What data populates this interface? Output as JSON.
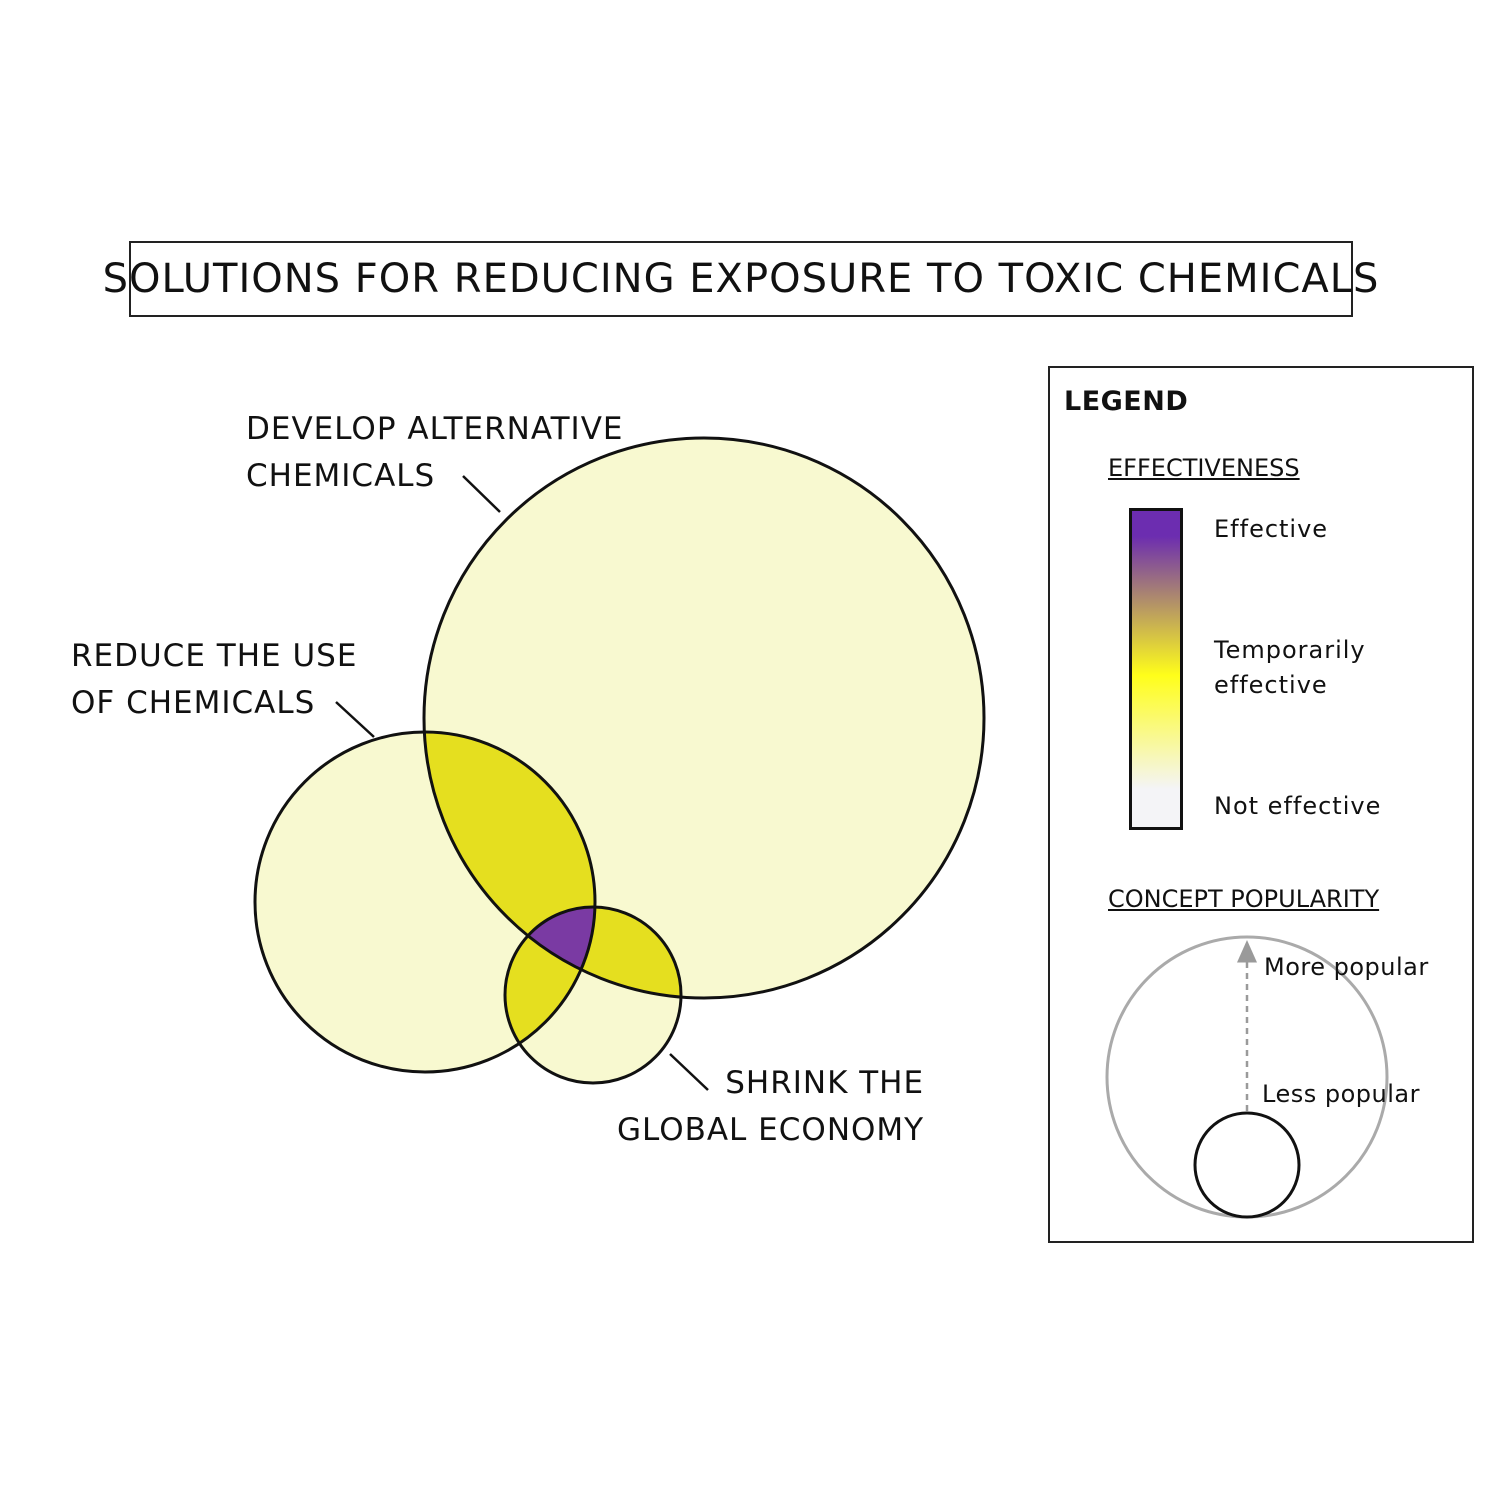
{
  "title": "SOLUTIONS FOR REDUCING EXPOSURE TO TOXIC CHEMICALS",
  "diagram": {
    "sets": [
      {
        "id": "develop",
        "label_lines": [
          "DEVELOP ALTERNATIVE",
          "CHEMICALS"
        ],
        "effectiveness": "Not effective"
      },
      {
        "id": "reduce",
        "label_lines": [
          "REDUCE THE USE",
          "OF CHEMICALS"
        ],
        "effectiveness": "Not effective"
      },
      {
        "id": "shrink",
        "label_lines": [
          "SHRINK THE",
          "GLOBAL ECONOMY"
        ],
        "effectiveness": "Not effective"
      }
    ],
    "overlaps": [
      {
        "sets": [
          "develop",
          "reduce"
        ],
        "effectiveness": "Temporarily effective"
      },
      {
        "sets": [
          "develop",
          "shrink"
        ],
        "effectiveness": "Temporarily effective"
      },
      {
        "sets": [
          "reduce",
          "shrink"
        ],
        "effectiveness": "Temporarily effective"
      },
      {
        "sets": [
          "develop",
          "reduce",
          "shrink"
        ],
        "effectiveness": "Effective"
      }
    ],
    "popularity_rank": [
      "develop",
      "reduce",
      "shrink"
    ]
  },
  "colors": {
    "set_fill": "#f8f9d0",
    "pair_fill": "#e5df1f",
    "triple_fill": "#7a3aa3",
    "outline": "#111111"
  },
  "legend": {
    "title": "LEGEND",
    "effectiveness": {
      "heading": "EFFECTIVENESS",
      "high": "Effective",
      "mid": [
        "Temporarily",
        "effective"
      ],
      "low": "Not effective",
      "gradient": [
        "#6c2db0",
        "#fffe1a",
        "#f4f4f7"
      ]
    },
    "popularity": {
      "heading": "CONCEPT POPULARITY",
      "more": "More popular",
      "less": "Less popular"
    }
  }
}
